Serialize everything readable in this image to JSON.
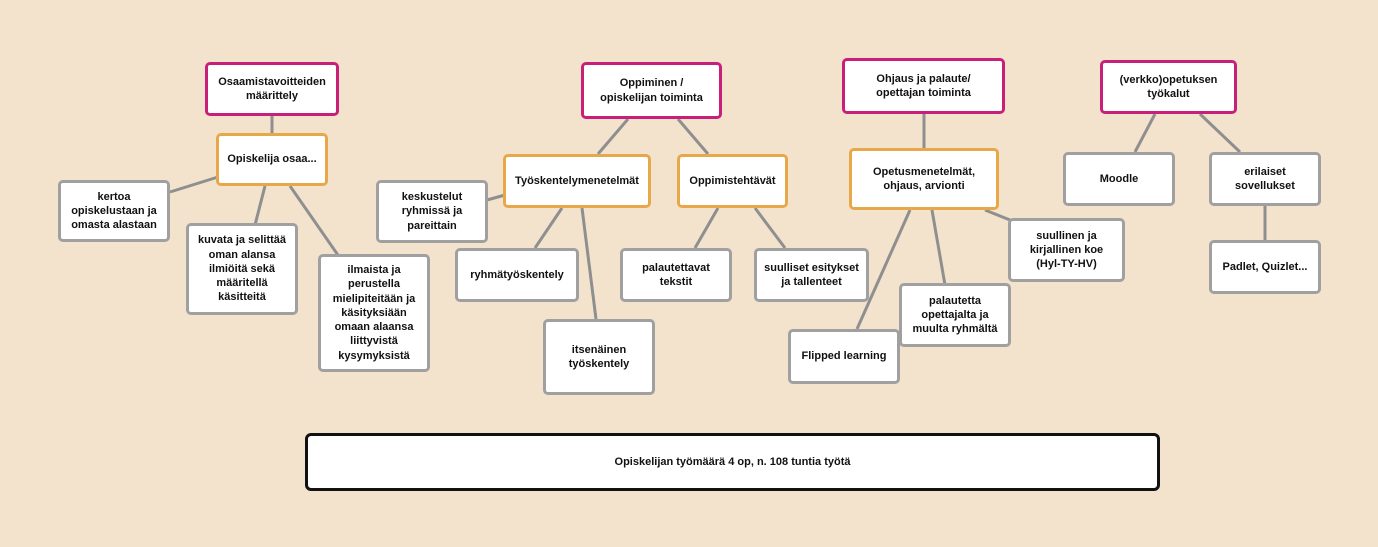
{
  "categories": {
    "learning_goals": "Osaamistavoitteiden\nmäärittely",
    "learning_activity": "Oppiminen /\nopiskelijan toiminta",
    "guidance_feedback": "Ohjaus ja palaute/\nopettajan toiminta",
    "online_tools": "(verkko)opetuksen\ntyökalut"
  },
  "mid_nodes": {
    "student_can": "Opiskelija osaa...",
    "work_methods": "Työskentelymenetelmät",
    "learning_tasks": "Oppimistehtävät",
    "teaching_methods": "Opetusmenetelmät,\nohjaus, arvionti"
  },
  "leaves": {
    "tell_about": "kertoa\nopiskelustaan ja\nomasta alastaan",
    "describe_explain": "kuvata ja selittää\noman alansa\nilmiöitä sekä\nmääritellä\nkäsitteitä",
    "express_justify": "ilmaista ja\nperustella\nmielipiteitään ja\nkäsityksiään\nomaan alaansa\nliittyvistä\nkysymyksistä",
    "discussions": "keskustelut\nryhmissä ja\npareittain",
    "group_work": "ryhmätyöskentely",
    "independent_work": "itsenäinen\ntyöskentely",
    "returnable_texts": "palautettavat\ntekstit",
    "oral_presentations": "suulliset esitykset\nja tallenteet",
    "flipped_learning": "Flipped learning",
    "feedback": "palautetta\nopettajalta ja\nmuulta ryhmältä",
    "exam": "suullinen ja\nkirjallinen koe\n(Hyl-TY-HV)",
    "moodle": "Moodle",
    "various_apps": "erilaiset\nsovellukset",
    "padlet": "Padlet, Quizlet..."
  },
  "footer": "Opiskelijan työmäärä 4 op, n. 108 tuntia työtä",
  "colors": {
    "background": "#f3e3cd",
    "category_border": "#c8207a",
    "mid_border": "#e8a84a",
    "leaf_border": "#a0a0a0",
    "connector": "#8f8f8f"
  }
}
